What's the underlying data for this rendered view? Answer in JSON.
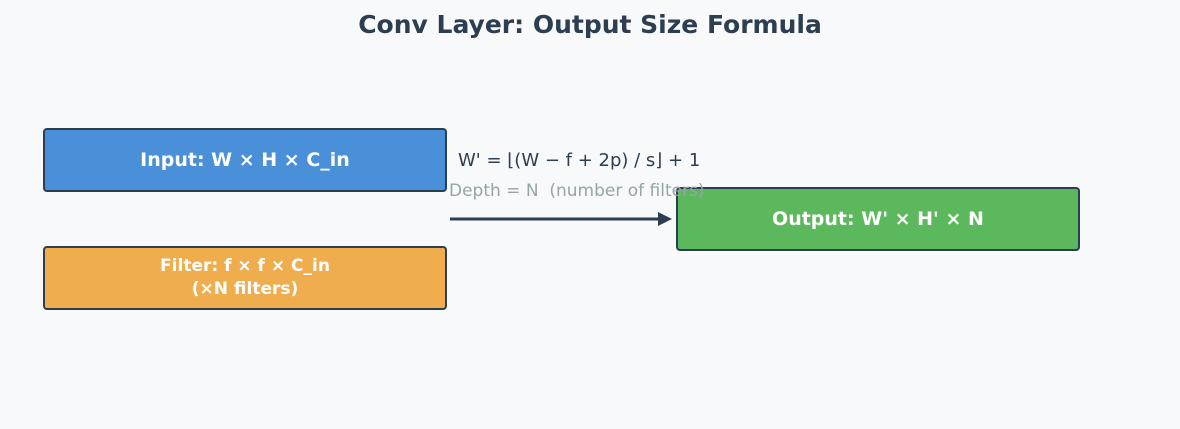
{
  "title": "Conv Layer: Output Size Formula",
  "colors": {
    "input_box": "#4a90d9",
    "filter_box": "#f0ad4e",
    "output_box": "#5cb85c",
    "border": "#2c3e50",
    "muted_text": "#95a5a6",
    "background": "#f7f9fb"
  },
  "input": {
    "label": "Input: W × H × C_in"
  },
  "filter": {
    "line1": "Filter: f × f × C_in",
    "line2": "(×N filters)"
  },
  "formula": {
    "width_formula": "W' = ⌊(W − f + 2p) / s⌋ + 1",
    "depth_note": "Depth = N  (number of filters)"
  },
  "output": {
    "label": "Output: W' × H' × N"
  }
}
